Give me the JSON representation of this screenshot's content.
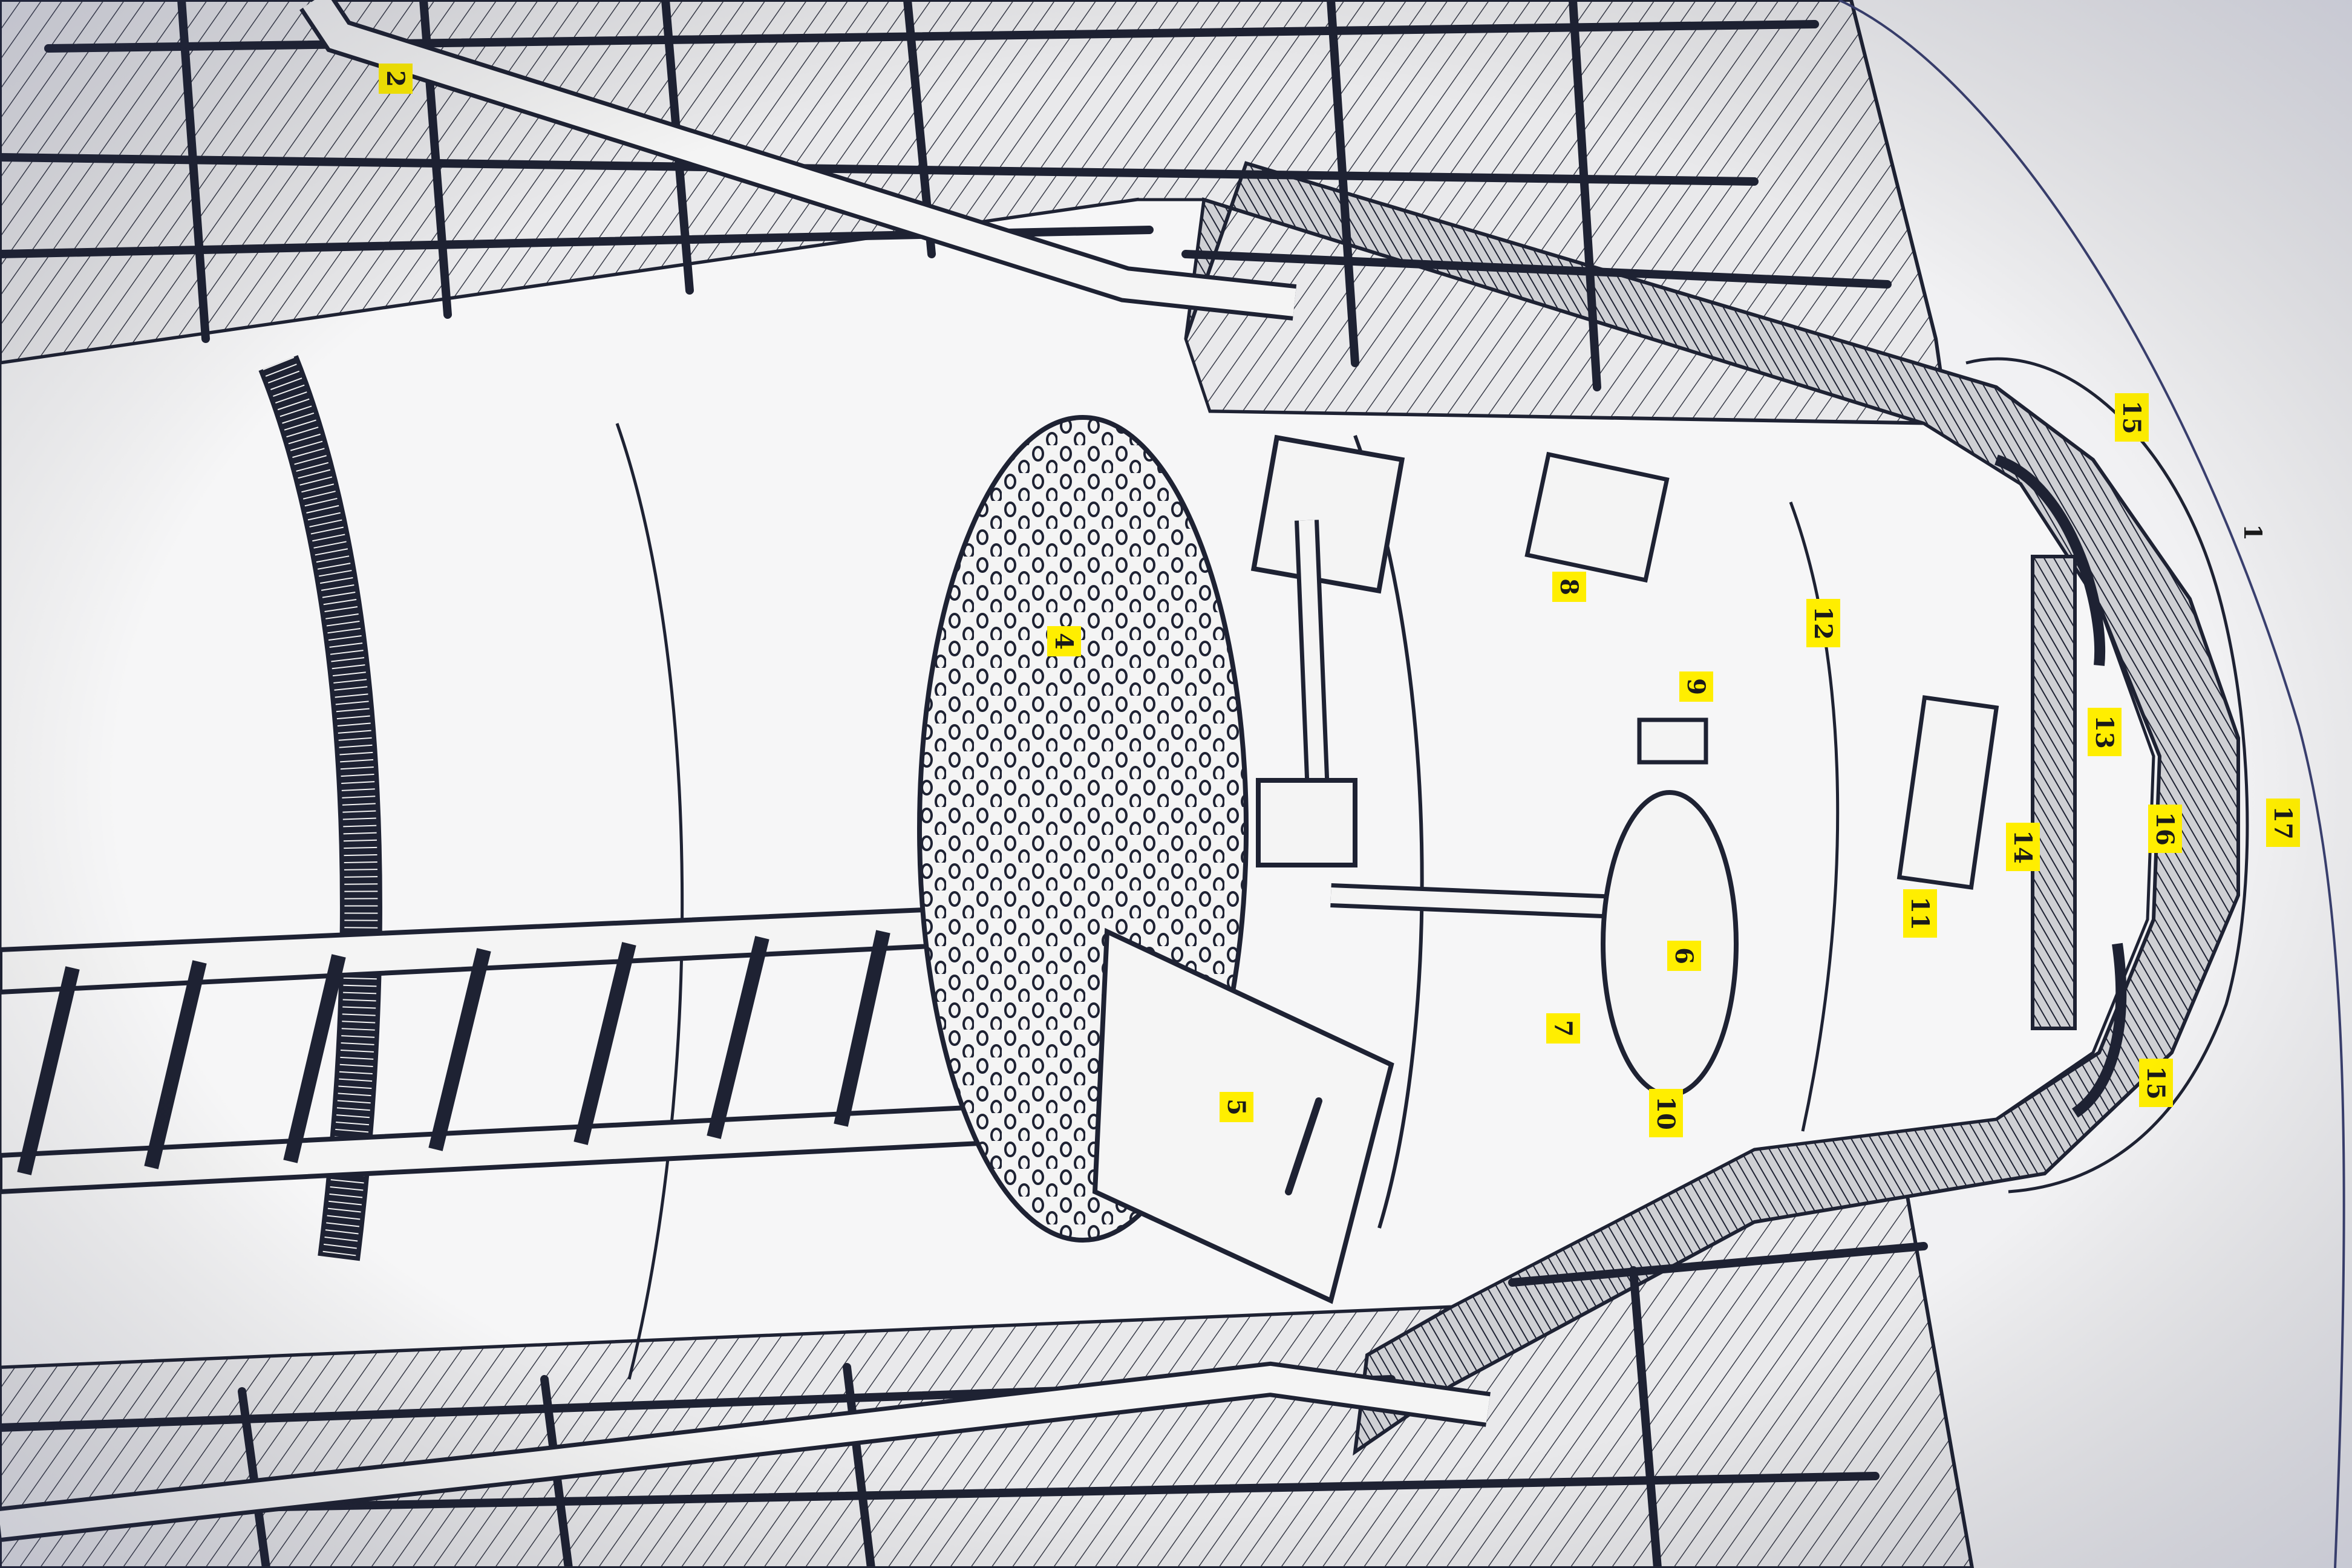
{
  "diagram": {
    "callouts": [
      {
        "id": "c1",
        "text": "1"
      },
      {
        "id": "c2",
        "text": "2"
      },
      {
        "id": "c4",
        "text": "4"
      },
      {
        "id": "c5",
        "text": "5"
      },
      {
        "id": "c6",
        "text": "6"
      },
      {
        "id": "c7",
        "text": "7"
      },
      {
        "id": "c8",
        "text": "8"
      },
      {
        "id": "c9",
        "text": "9"
      },
      {
        "id": "c10",
        "text": "10"
      },
      {
        "id": "c11",
        "text": "11"
      },
      {
        "id": "c12",
        "text": "12"
      },
      {
        "id": "c13",
        "text": "13"
      },
      {
        "id": "c14",
        "text": "14"
      },
      {
        "id": "c15a",
        "text": "15"
      },
      {
        "id": "c15b",
        "text": "15"
      },
      {
        "id": "c16",
        "text": "16"
      },
      {
        "id": "c17",
        "text": "17"
      }
    ],
    "colors": {
      "paper": "#f3f3f4",
      "ink": "#1e2233",
      "concrete": "#e6e6e8",
      "highlight": "#ffee00",
      "background": "#d8dbe6"
    }
  }
}
